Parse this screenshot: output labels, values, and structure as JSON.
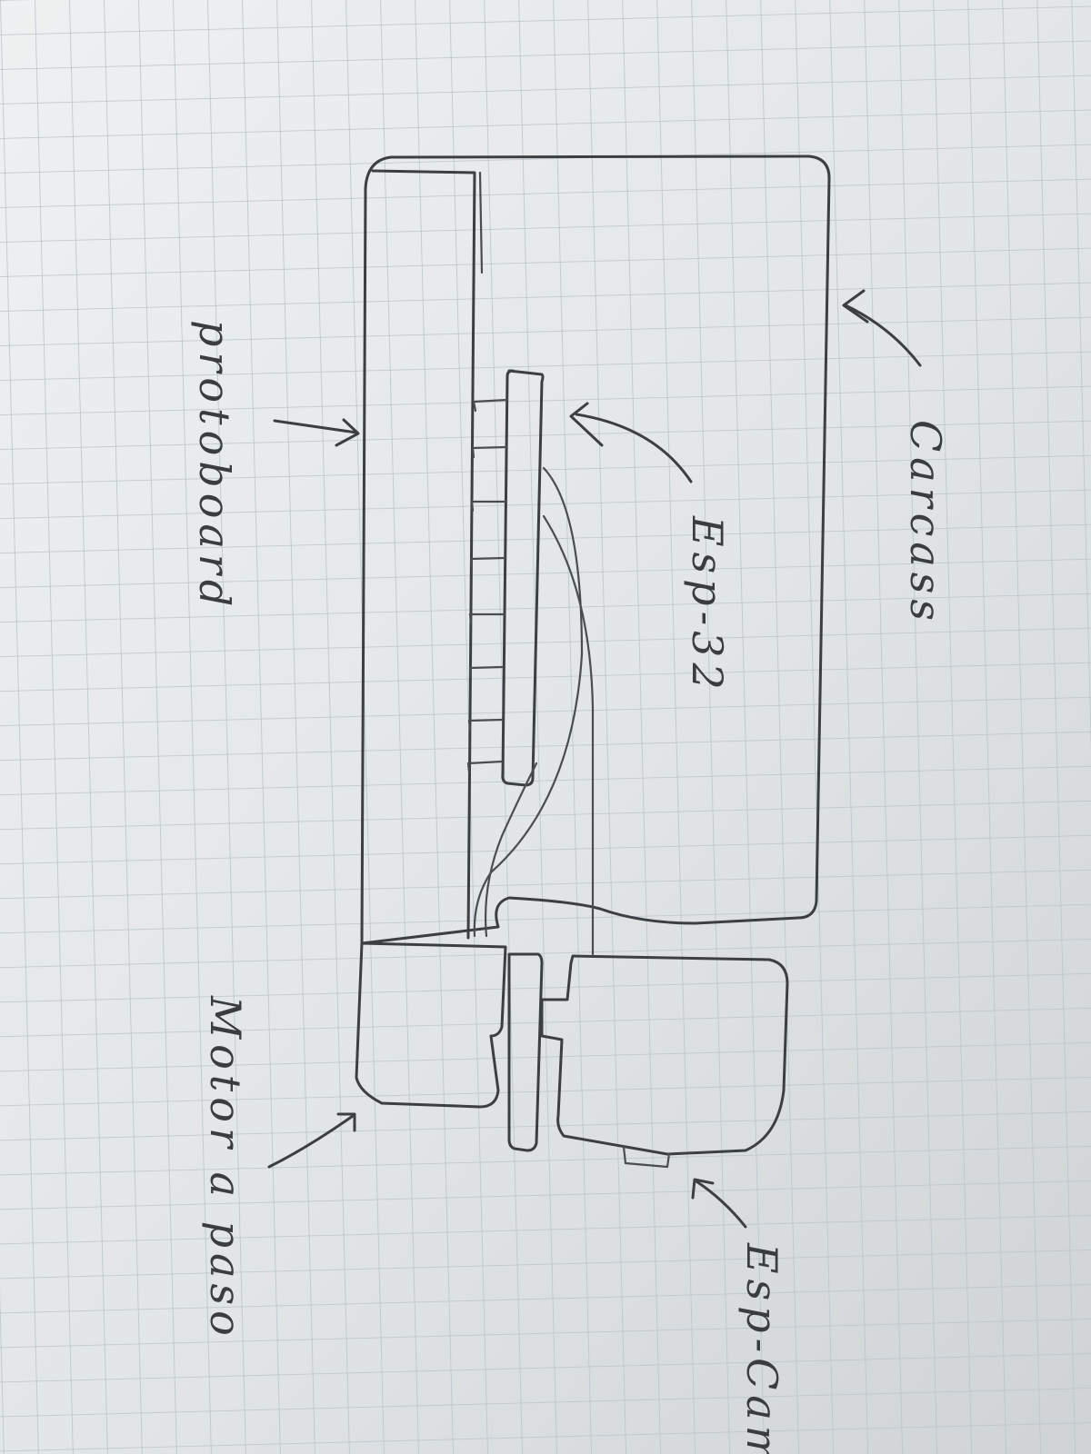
{
  "labels": {
    "carcass": "Carcass",
    "protoboard": "protoboard",
    "esp32": "Esp-32",
    "motor": "Motor a paso",
    "espcam": "Esp-Cam"
  },
  "colors": {
    "paper": "#e4e7e8",
    "grid": "#b9c4cc",
    "ink": "#3c3f42"
  }
}
